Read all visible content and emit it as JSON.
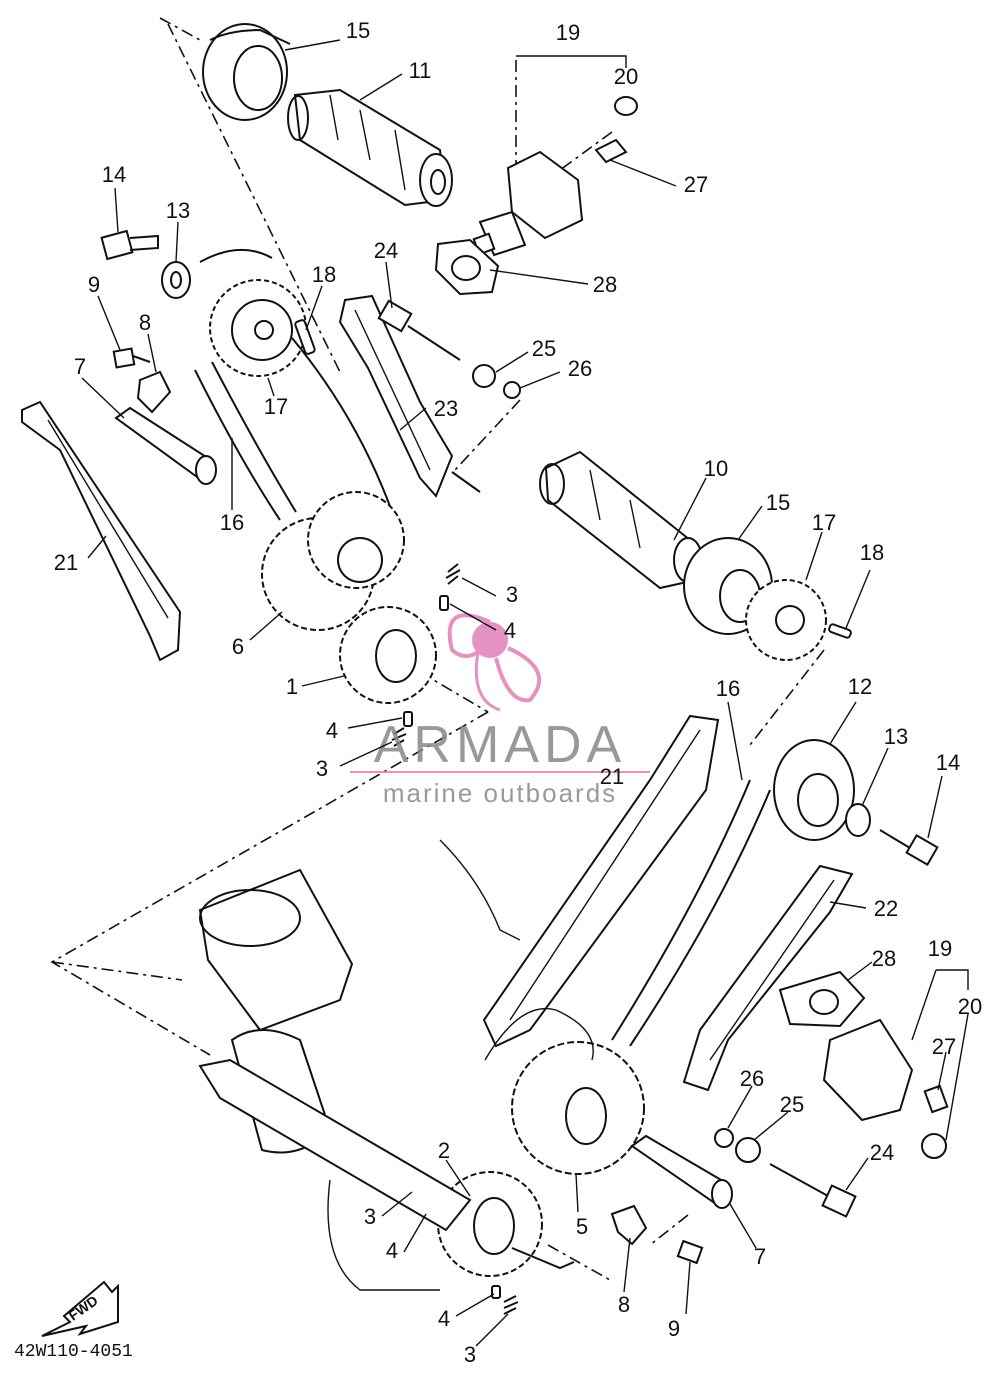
{
  "diagram": {
    "drawing_code": "42W110-4051",
    "fwd_label": "FWD",
    "colors": {
      "ink": "#111111",
      "watermark_pink": "#e07fb8",
      "watermark_gray": "#888888"
    },
    "watermark": {
      "brand": "ARMADA",
      "tagline": "marine outboards",
      "icon": "propeller-logo-icon"
    },
    "callouts": [
      "15",
      "11",
      "19",
      "20",
      "27",
      "28",
      "14",
      "13",
      "24",
      "18",
      "9",
      "8",
      "25",
      "26",
      "7",
      "17",
      "23",
      "21",
      "16",
      "10",
      "15",
      "17",
      "18",
      "6",
      "3",
      "4",
      "1",
      "4",
      "3",
      "16",
      "12",
      "13",
      "14",
      "21",
      "22",
      "28",
      "19",
      "20",
      "27",
      "26",
      "25",
      "24",
      "2",
      "3",
      "4",
      "5",
      "7",
      "8",
      "9",
      "4",
      "3"
    ]
  }
}
